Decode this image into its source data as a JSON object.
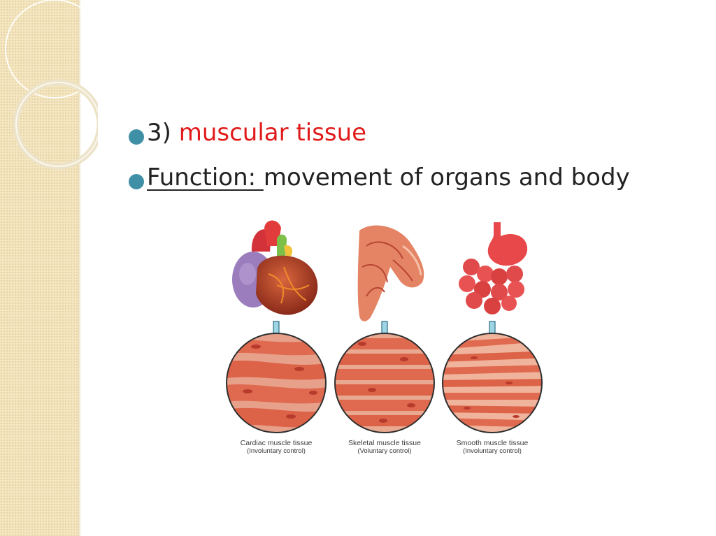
{
  "bullets": [
    {
      "prefix": "3) ",
      "highlight": "muscular tissue",
      "highlight_color": "#e11b1b"
    },
    {
      "label": "Function: ",
      "text": "movement of organs and body"
    }
  ],
  "figure": {
    "panels": [
      {
        "organ": "heart",
        "title": "Cardiac muscle tissue",
        "control": "(Involuntary control)"
      },
      {
        "organ": "arm",
        "title": "Skeletal muscle tissue",
        "control": "(Voluntary control)"
      },
      {
        "organ": "stomach-intestines",
        "title": "Smooth muscle tissue",
        "control": "(Involuntary control)"
      }
    ]
  },
  "theme": {
    "accent": "#3f90a6",
    "side_band": "#f4e6c0",
    "muscle": "#e0634a"
  }
}
